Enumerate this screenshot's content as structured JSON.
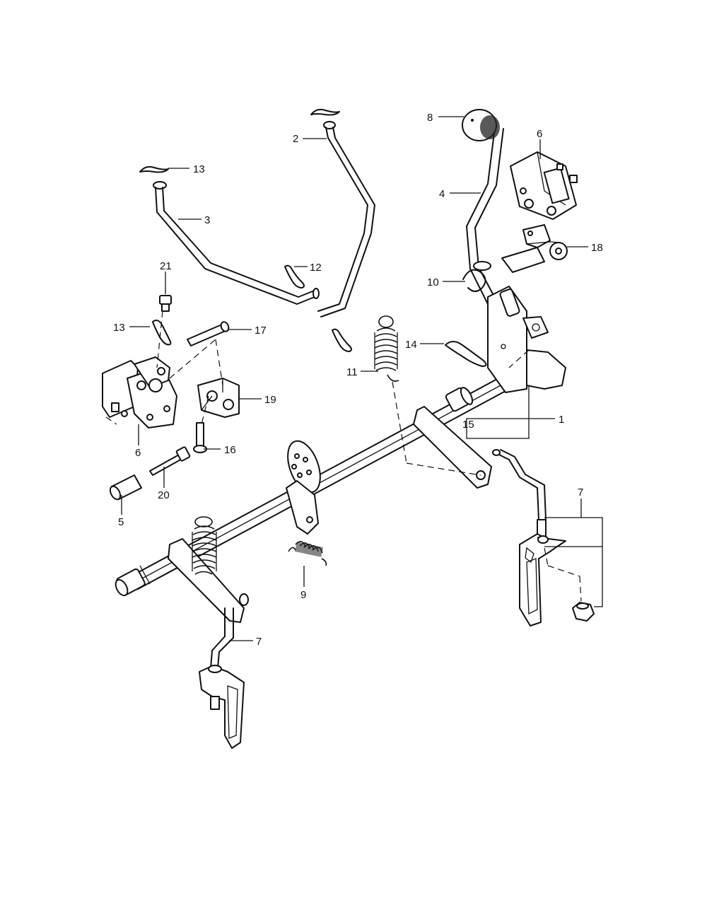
{
  "diagram": {
    "callouts": [
      {
        "id": "c1",
        "text": "1"
      },
      {
        "id": "c2",
        "text": "2"
      },
      {
        "id": "c3",
        "text": "3"
      },
      {
        "id": "c4",
        "text": "4"
      },
      {
        "id": "c5",
        "text": "5"
      },
      {
        "id": "c6a",
        "text": "6"
      },
      {
        "id": "c6b",
        "text": "6"
      },
      {
        "id": "c7a",
        "text": "7"
      },
      {
        "id": "c7b",
        "text": "7"
      },
      {
        "id": "c8",
        "text": "8"
      },
      {
        "id": "c9",
        "text": "9"
      },
      {
        "id": "c10",
        "text": "10"
      },
      {
        "id": "c11",
        "text": "11"
      },
      {
        "id": "c12",
        "text": "12"
      },
      {
        "id": "c13a",
        "text": "13"
      },
      {
        "id": "c13b",
        "text": "13"
      },
      {
        "id": "c14",
        "text": "14"
      },
      {
        "id": "c15",
        "text": "15"
      },
      {
        "id": "c16",
        "text": "16"
      },
      {
        "id": "c17",
        "text": "17"
      },
      {
        "id": "c18",
        "text": "18"
      },
      {
        "id": "c19",
        "text": "19"
      },
      {
        "id": "c20",
        "text": "20"
      },
      {
        "id": "c21",
        "text": "21"
      }
    ]
  }
}
